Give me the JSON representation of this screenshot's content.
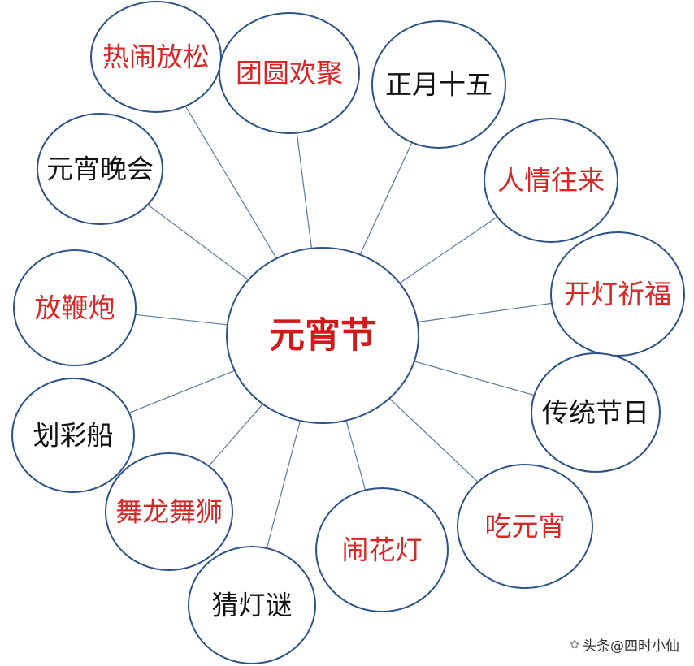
{
  "center": {
    "label": "元宵节",
    "color": "#d21a1a"
  },
  "colors": {
    "red": "#d72828",
    "black": "#111111",
    "stroke": "#2d5286",
    "line": "#5a7a9e"
  },
  "nodes": [
    {
      "id": "n1",
      "label": "热闹放松",
      "tone": "red"
    },
    {
      "id": "n2",
      "label": "团圆欢聚",
      "tone": "red"
    },
    {
      "id": "n3",
      "label": "正月十五",
      "tone": "black"
    },
    {
      "id": "n4",
      "label": "人情往来",
      "tone": "red"
    },
    {
      "id": "n5",
      "label": "开灯祈福",
      "tone": "red"
    },
    {
      "id": "n6",
      "label": "传统节日",
      "tone": "black"
    },
    {
      "id": "n7",
      "label": "吃元宵",
      "tone": "red"
    },
    {
      "id": "n8",
      "label": "闹花灯",
      "tone": "red"
    },
    {
      "id": "n9",
      "label": "猜灯谜",
      "tone": "black"
    },
    {
      "id": "n10",
      "label": "舞龙舞狮",
      "tone": "red"
    },
    {
      "id": "n11",
      "label": "划彩船",
      "tone": "black"
    },
    {
      "id": "n12",
      "label": "放鞭炮",
      "tone": "red"
    },
    {
      "id": "n13",
      "label": "元宵晚会",
      "tone": "black"
    }
  ],
  "watermark": {
    "icon": "wechat-icon",
    "text": "头条@四时小仙"
  }
}
